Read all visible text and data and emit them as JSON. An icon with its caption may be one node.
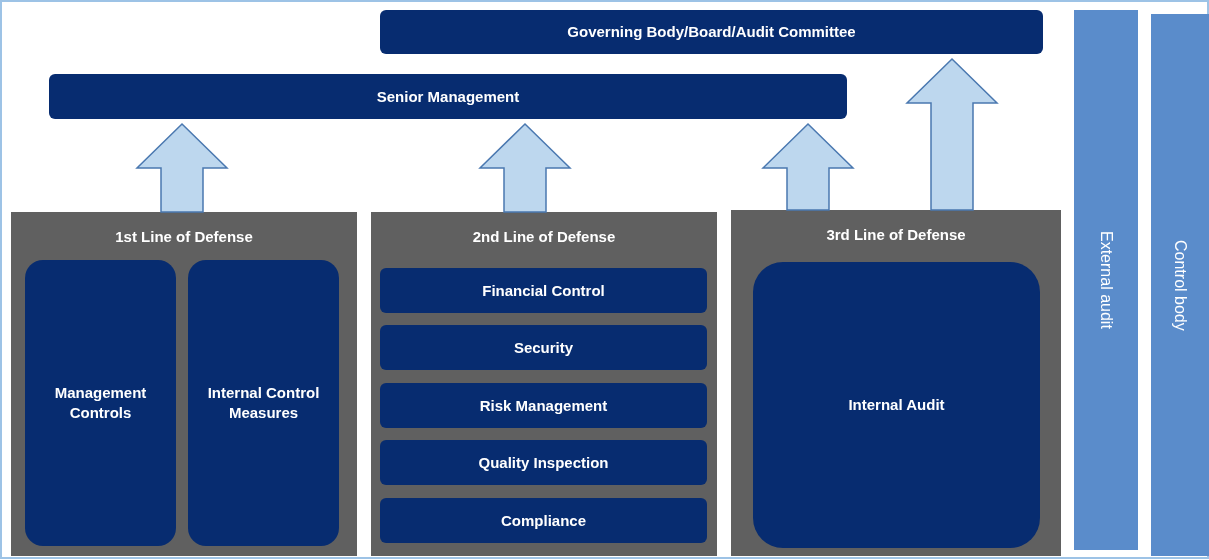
{
  "diagram": {
    "nodes": [
      {
        "text": [
          "Governing Body/Board/Audit Committee"
        ]
      },
      {
        "text": [
          "Senior Management"
        ]
      },
      {
        "text": [
          "1st Line of Defense"
        ]
      },
      {
        "text": [
          "Management Controls"
        ],
        "in": 2
      },
      {
        "text": [
          "Internal Control Measures"
        ],
        "in": 2
      },
      {
        "text": [
          "2nd Line of Defense"
        ]
      },
      {
        "text": [
          "Financial Control"
        ],
        "in": 5
      },
      {
        "text": [
          "Security"
        ],
        "in": 5
      },
      {
        "text": [
          "Risk Management"
        ],
        "in": 5
      },
      {
        "text": [
          "Quality Inspection"
        ],
        "in": 5
      },
      {
        "text": [
          "Compliance"
        ],
        "in": 5
      },
      {
        "text": [
          "3rd Line of Defense"
        ]
      },
      {
        "text": [
          "Internal Audit"
        ],
        "in": 11
      },
      {
        "text": [
          "External audit"
        ]
      },
      {
        "text": [
          "Control body"
        ]
      }
    ],
    "edges": [
      {
        "from": 2,
        "to": 1,
        "arrow": "to"
      },
      {
        "from": 5,
        "to": 1,
        "arrow": "to"
      },
      {
        "from": 11,
        "to": 1,
        "arrow": "to"
      },
      {
        "from": 11,
        "to": 0,
        "arrow": "to"
      }
    ]
  }
}
